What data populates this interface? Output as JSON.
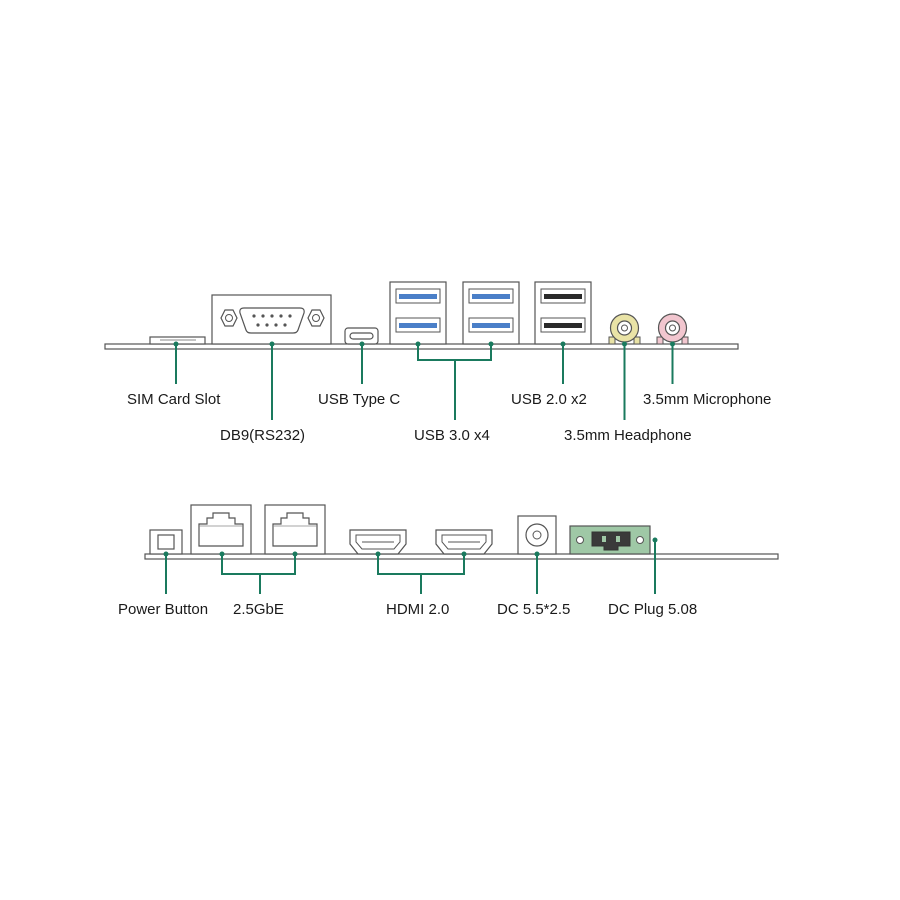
{
  "top_panel": {
    "labels": {
      "sim": "SIM Card Slot",
      "db9": "DB9(RS232)",
      "usbc": "USB Type C",
      "usb3": "USB 3.0 x4",
      "usb2": "USB 2.0 x2",
      "headphone": "3.5mm Headphone",
      "mic": "3.5mm Microphone"
    }
  },
  "bottom_panel": {
    "labels": {
      "power": "Power Button",
      "lan": "2.5GbE",
      "hdmi": "HDMI 2.0",
      "dc": "DC 5.5*2.5",
      "dcplug": "DC Plug 5.08"
    }
  },
  "colors": {
    "leader": "#1a7a5e",
    "outline": "#555555",
    "usb3_blue": "#4a7fc8",
    "usb2_black": "#2a2a2a",
    "headphone_jack": "#e9e3a6",
    "mic_jack": "#f2c6cf",
    "dc_plug_green": "#9fc8a6"
  }
}
